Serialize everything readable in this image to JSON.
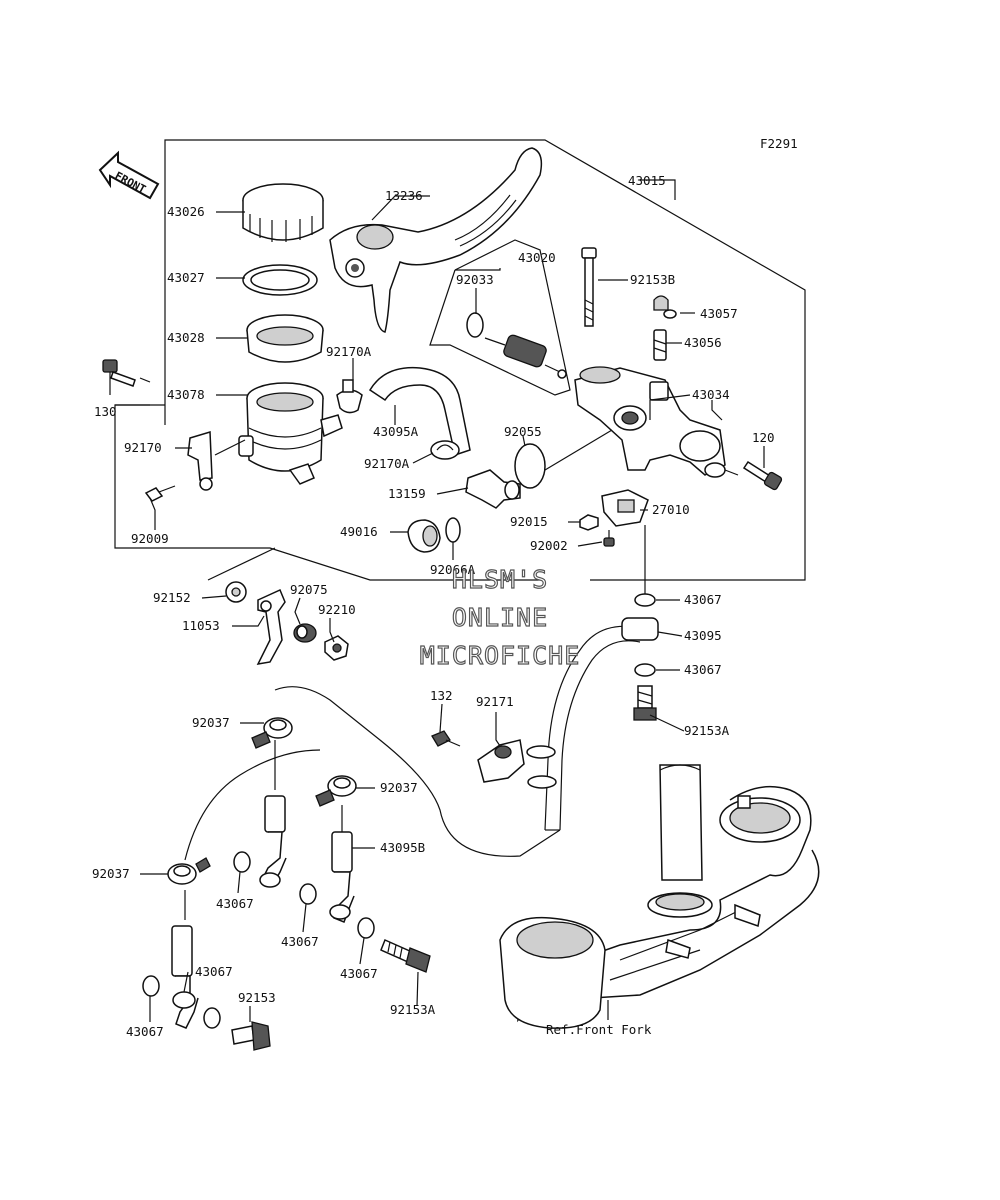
{
  "figure_code": "F2291",
  "front_arrow_label": "FRONT",
  "ref_label": "Ref.Front Fork",
  "watermark": [
    "HLSM'S",
    "ONLINE",
    "MICROFICHE"
  ],
  "labels": {
    "p43015": "43015",
    "p43026": "43026",
    "p13236": "13236",
    "p43027": "43027",
    "p43020": "43020",
    "p92033": "92033",
    "p92153b": "92153B",
    "p43057": "43057",
    "p43028": "43028",
    "p43056": "43056",
    "p92170a_1": "92170A",
    "p130": "130",
    "p43078": "43078",
    "p43034": "43034",
    "p43095a": "43095A",
    "p92055": "92055",
    "p120": "120",
    "p92170": "92170",
    "p92170a_2": "92170A",
    "p13159": "13159",
    "p92015": "92015",
    "p27010": "27010",
    "p49016": "49016",
    "p92009": "92009",
    "p92002": "92002",
    "p92066a": "92066A",
    "p92152": "92152",
    "p92075": "92075",
    "p43067_a": "43067",
    "p92210": "92210",
    "p11053": "11053",
    "p43095": "43095",
    "p43067_b": "43067",
    "p132": "132",
    "p92171": "92171",
    "p92037_a": "92037",
    "p92153a_1": "92153A",
    "p92037_b": "92037",
    "p43095b": "43095B",
    "p92037_c": "92037",
    "p43067_c": "43067",
    "p43067_d": "43067",
    "p43067_e": "43067",
    "p43067_f": "43067",
    "p92153": "92153",
    "p43067_g": "43067",
    "p92153a_2": "92153A"
  }
}
